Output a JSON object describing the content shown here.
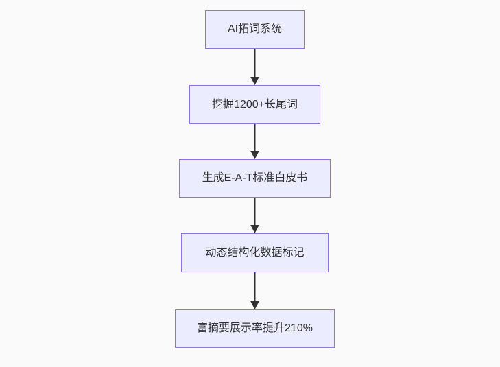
{
  "diagram": {
    "type": "flowchart",
    "direction": "top-down",
    "nodes": [
      {
        "id": "step-1",
        "label": "AI拓词系统"
      },
      {
        "id": "step-2",
        "label": "挖掘1200+长尾词"
      },
      {
        "id": "step-3",
        "label": "生成E-A-T标准白皮书"
      },
      {
        "id": "step-4",
        "label": "动态结构化数据标记"
      },
      {
        "id": "step-5",
        "label": "富摘要展示率提升210%"
      }
    ],
    "edges": [
      {
        "from": "step-1",
        "to": "step-2"
      },
      {
        "from": "step-2",
        "to": "step-3"
      },
      {
        "from": "step-3",
        "to": "step-4"
      },
      {
        "from": "step-4",
        "to": "step-5"
      }
    ],
    "colors": {
      "node_fill": "#ececff",
      "node_border": "#9370db",
      "arrow": "#333333",
      "text": "#333333",
      "background": "#fafafa"
    }
  }
}
